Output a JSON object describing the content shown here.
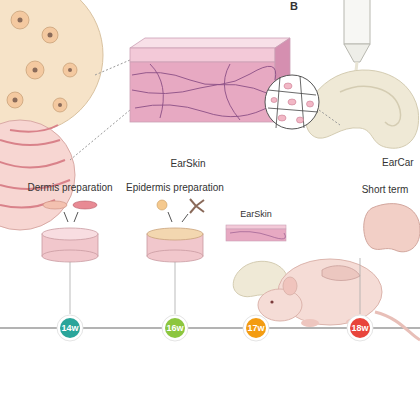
{
  "diagram": {
    "nodes": [
      {
        "text": [
          "14w"
        ]
      },
      {
        "text": [
          "16w"
        ]
      },
      {
        "text": [
          "17w"
        ]
      },
      {
        "text": [
          "18w"
        ]
      }
    ],
    "edges": [
      {
        "from": 0,
        "to": 1,
        "arrow": "none"
      },
      {
        "from": 1,
        "to": 2,
        "arrow": "none"
      },
      {
        "from": 2,
        "to": 3,
        "arrow": "none"
      }
    ],
    "labels": [
      "B",
      "EarSkin",
      "EarCar",
      "Dermis preparation",
      "Epidermis preparation",
      "EarSkin",
      "Short term"
    ]
  }
}
